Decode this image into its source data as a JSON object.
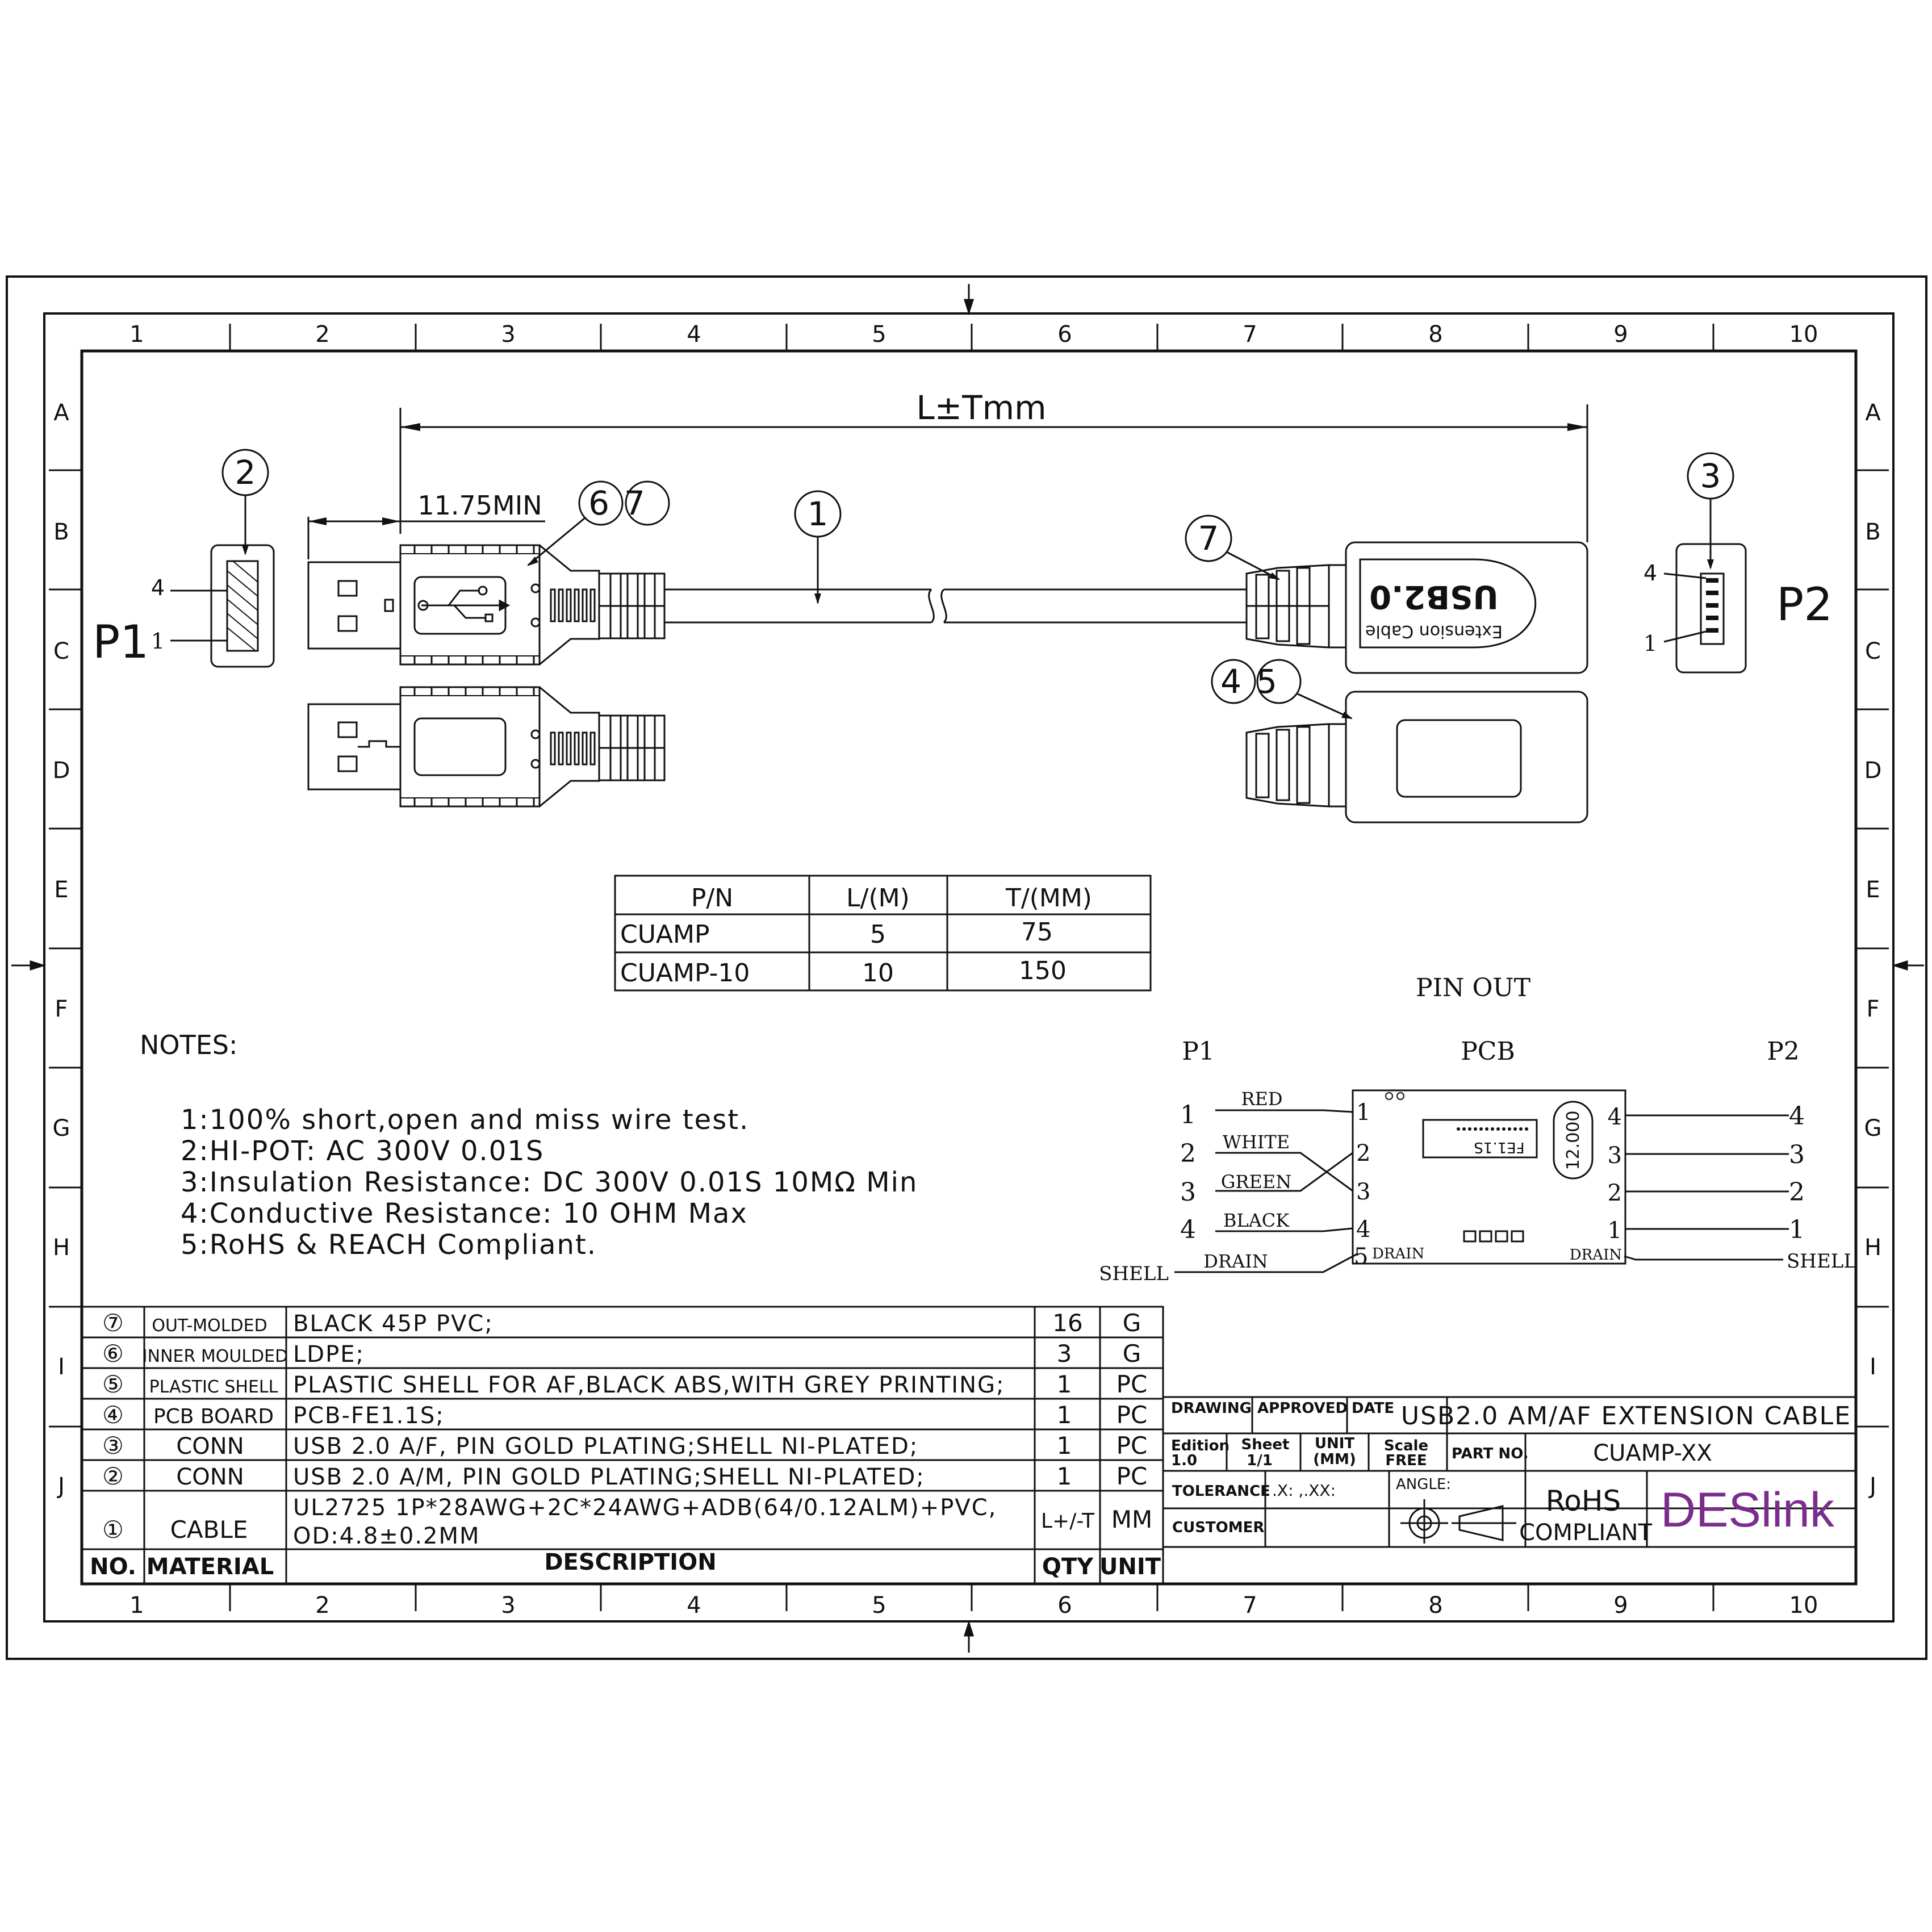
{
  "frame": {
    "columns": [
      "1",
      "2",
      "3",
      "4",
      "5",
      "6",
      "7",
      "8",
      "9",
      "10"
    ],
    "rows": [
      "A",
      "B",
      "C",
      "D",
      "E",
      "F",
      "G",
      "H",
      "I",
      "J"
    ]
  },
  "drawing": {
    "dimension_length": "L±Tmm",
    "dimension_min": "11.75MIN",
    "callouts": {
      "c1": "1",
      "c2": "2",
      "c3": "3",
      "c67": "67",
      "c7": "7",
      "c45": "45"
    },
    "connector_p1": "P1",
    "connector_p2": "P2",
    "pin4": "4",
    "pin1": "1",
    "housing_brand": "USB2.0",
    "housing_text": "Extension Cable"
  },
  "pn_table": {
    "headers": [
      "P/N",
      "L/(M)",
      "T/(MM)"
    ],
    "rows": [
      [
        "CUAMP",
        "5",
        "75"
      ],
      [
        "CUAMP-10",
        "10",
        "150"
      ]
    ]
  },
  "notes": {
    "title": "NOTES:",
    "items": [
      "1:100% short,open and miss wire test.",
      "2:HI-POT: AC 300V 0.01S",
      "3:Insulation Resistance: DC 300V 0.01S 10MΩ Min",
      "4:Conductive Resistance: 10 OHM Max",
      "5:RoHS & REACH Compliant."
    ]
  },
  "pinout": {
    "title": "PIN OUT",
    "p1": "P1",
    "pcb": "PCB",
    "p2": "P2",
    "left_pins": [
      "1",
      "2",
      "3",
      "4"
    ],
    "wires": [
      "RED",
      "WHITE",
      "GREEN",
      "BLACK"
    ],
    "drain": "DRAIN",
    "shell": "SHELL",
    "pcb_left_pins": [
      "1",
      "2",
      "3",
      "4",
      "5"
    ],
    "pcb_right_pins": [
      "4",
      "3",
      "2",
      "1"
    ],
    "right_pins": [
      "4",
      "3",
      "2",
      "1"
    ],
    "pcb_drain_left": "DRAIN",
    "pcb_drain_right": "DRAIN",
    "chip_label": "FE1.1S",
    "crystal_label": "12.000"
  },
  "bom": {
    "headers": {
      "no": "NO.",
      "material": "MATERIAL",
      "description": "DESCRIPTION",
      "qty": "QTY",
      "unit": "UNIT"
    },
    "rows": [
      {
        "no": "⑦",
        "material": "OUT-MOLDED",
        "description": "BLACK 45P PVC;",
        "qty": "16",
        "unit": "G"
      },
      {
        "no": "⑥",
        "material": "INNER MOULDED",
        "description": "LDPE;",
        "qty": "3",
        "unit": "G"
      },
      {
        "no": "⑤",
        "material": "PLASTIC SHELL",
        "description": "PLASTIC SHELL FOR AF,BLACK ABS,WITH GREY PRINTING;",
        "qty": "1",
        "unit": "PC"
      },
      {
        "no": "④",
        "material": "PCB BOARD",
        "description": "PCB-FE1.1S;",
        "qty": "1",
        "unit": "PC"
      },
      {
        "no": "③",
        "material": "CONN",
        "description": "USB 2.0 A/F, PIN GOLD PLATING;SHELL NI-PLATED;",
        "qty": "1",
        "unit": "PC"
      },
      {
        "no": "②",
        "material": "CONN",
        "description": "USB 2.0 A/M, PIN GOLD PLATING;SHELL NI-PLATED;",
        "qty": "1",
        "unit": "PC"
      },
      {
        "no": "①",
        "material": "CABLE",
        "description": "UL2725 1P*28AWG+2C*24AWG+ADB(64/0.12ALM)+PVC,",
        "description2": "OD:4.8±0.2MM",
        "qty": "L+/-T",
        "unit": "MM"
      }
    ]
  },
  "title_block": {
    "drawing": "DRAWING",
    "approved": "APPROVED",
    "date": "DATE",
    "title": "USB2.0 AM/AF EXTENSION CABLE",
    "edition_label": "Edition",
    "edition_value": "1.0",
    "sheet_label": "Sheet",
    "sheet_value": "1/1",
    "unit_label": "UNIT",
    "unit_value": "(MM)",
    "scale_label": "Scale",
    "scale_value": "FREE",
    "part_no_label": "PART NO.",
    "part_no": "CUAMP-XX",
    "tolerance_label": "TOLERANCE",
    "tolerance_value": ".X: ,.XX:",
    "angle_label": "ANGLE:",
    "customer_label": "CUSTOMER",
    "rohs": "RoHS",
    "compliant": "COMPLIANT",
    "logo_a": "DES",
    "logo_b": "link",
    "logo_color": "#7b2d8e"
  }
}
